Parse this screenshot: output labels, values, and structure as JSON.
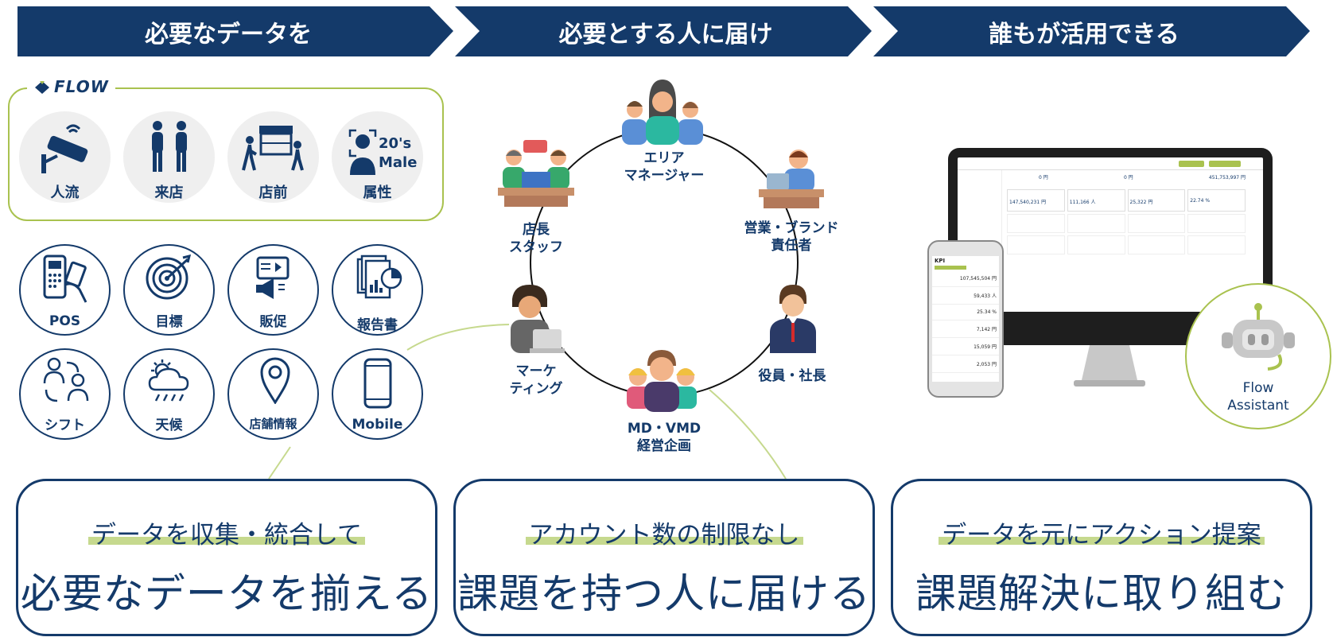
{
  "headers": [
    "必要なデータを",
    "必要とする人に届け",
    "誰もが活用できる"
  ],
  "flow_logo": "FLOW",
  "flow_sensors": [
    {
      "label": "人流",
      "icon": "camera-icon"
    },
    {
      "label": "来店",
      "icon": "visitors-icon"
    },
    {
      "label": "店前",
      "icon": "storefront-icon"
    },
    {
      "label": "属性",
      "icon": "attribute-icon",
      "extra_line1": "20's",
      "extra_line2": "Male"
    }
  ],
  "data_sources": [
    {
      "label": "POS",
      "icon": "pos-icon"
    },
    {
      "label": "目標",
      "icon": "target-icon"
    },
    {
      "label": "販促",
      "icon": "promotion-icon"
    },
    {
      "label": "報告書",
      "icon": "report-icon"
    },
    {
      "label": "シフト",
      "icon": "shift-icon"
    },
    {
      "label": "天候",
      "icon": "weather-icon"
    },
    {
      "label": "店舗情報",
      "icon": "location-icon"
    },
    {
      "label": "Mobile",
      "icon": "mobile-icon"
    }
  ],
  "roles": {
    "area_manager": [
      "エリア",
      "マネージャー"
    ],
    "store_manager": [
      "店長",
      "スタッフ"
    ],
    "brand_manager": [
      "営業・ブランド",
      "責任者"
    ],
    "marketing": [
      "マーケ",
      "ティング"
    ],
    "executive": [
      "役員・社長"
    ],
    "md_vmd": [
      "MD・VMD",
      "経営企画"
    ]
  },
  "assistant": [
    "Flow",
    "Assistant"
  ],
  "cards": [
    {
      "sub": "データを収集・統合して",
      "main": "必要なデータを揃える"
    },
    {
      "sub": "アカウント数の制限なし",
      "main": "課題を持つ人に届ける"
    },
    {
      "sub": "データを元にアクション提案",
      "main": "課題解決に取り組む"
    }
  ],
  "dashboard": {
    "values": [
      "147,540,231 円",
      "111,166 人",
      "25,322 円",
      "22.74 %",
      "0 円",
      "0 円",
      "451,753,997 円"
    ],
    "mobile_title": "KPI",
    "mobile_values": [
      "107,545,504 円",
      "59,433 人",
      "25.34 %",
      "7,142 円",
      "15,059 円",
      "2,053 円"
    ]
  },
  "colors": {
    "navy": "#143a6a",
    "green": "#a9c24f",
    "light_green": "#c6d98e",
    "grey": "#efefef"
  }
}
